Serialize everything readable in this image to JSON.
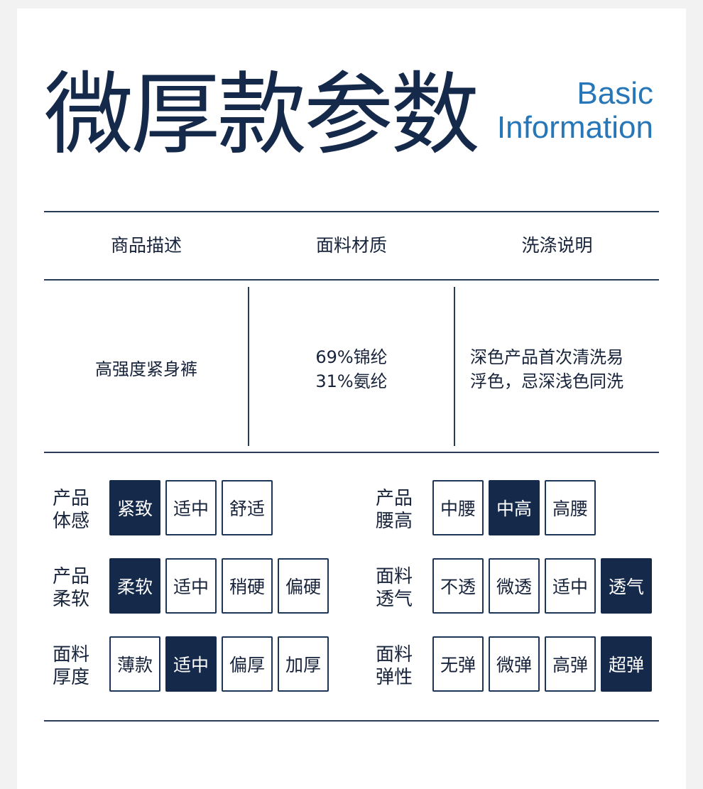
{
  "header": {
    "title": "微厚款参数",
    "subtitle_line1": "Basic",
    "subtitle_line2": "Information"
  },
  "table": {
    "headers": [
      "商品描述",
      "面料材质",
      "洗涤说明"
    ],
    "description": "高强度紧身裤",
    "material_line1": "69%锦纶",
    "material_line2": "31%氨纶",
    "washing_line1": "深色产品首次清洗易",
    "washing_line2": "浮色，忌深浅色同洗"
  },
  "attributes": [
    {
      "label_line1": "产品",
      "label_line2": "体感",
      "options": [
        "紧致",
        "适中",
        "舒适"
      ],
      "selected": "紧致"
    },
    {
      "label_line1": "产品",
      "label_line2": "腰高",
      "options": [
        "中腰",
        "中高",
        "高腰"
      ],
      "selected": "中高"
    },
    {
      "label_line1": "产品",
      "label_line2": "柔软",
      "options": [
        "柔软",
        "适中",
        "稍硬",
        "偏硬"
      ],
      "selected": "柔软"
    },
    {
      "label_line1": "面料",
      "label_line2": "透气",
      "options": [
        "不透",
        "微透",
        "适中",
        "透气"
      ],
      "selected": "透气"
    },
    {
      "label_line1": "面料",
      "label_line2": "厚度",
      "options": [
        "薄款",
        "适中",
        "偏厚",
        "加厚"
      ],
      "selected": "适中"
    },
    {
      "label_line1": "面料",
      "label_line2": "弹性",
      "options": [
        "无弹",
        "微弹",
        "高弹",
        "超弹"
      ],
      "selected": "超弹"
    }
  ],
  "colors": {
    "navy": "#15294a",
    "accent_blue": "#2676b8",
    "background": "#f2f2f2"
  }
}
